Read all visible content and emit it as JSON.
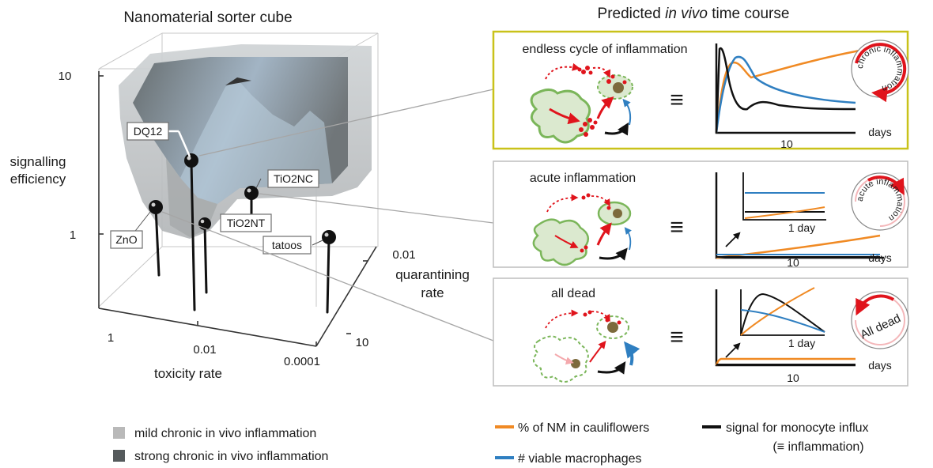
{
  "left": {
    "title": "Nanomaterial sorter cube",
    "y_axis_label_lines": [
      "signalling",
      "efficiency"
    ],
    "y_ticks": [
      "10",
      "1"
    ],
    "x_axis_label": "toxicity rate",
    "x_ticks": [
      "1",
      "0.01",
      "0.0001"
    ],
    "z_axis_label_lines": [
      "quarantining",
      "rate"
    ],
    "z_ticks": [
      "0.01",
      "10"
    ],
    "materials": [
      "DQ12",
      "TiO2NC",
      "TiO2NT",
      "ZnO",
      "tatoos"
    ],
    "legend": [
      {
        "label": "mild chronic in vivo inflammation",
        "color": "#b9b9b9"
      },
      {
        "label": "strong chronic in vivo inflammation",
        "color": "#555a5c"
      }
    ]
  },
  "right": {
    "title_pre": "Predicted ",
    "title_em": "in vivo",
    "title_post": " time course",
    "equiv_symbol": "≡",
    "panels": [
      {
        "title": "endless cycle of inflammation",
        "x_tick": "10",
        "x_unit": "days",
        "dial": "chronic inflammation"
      },
      {
        "title": "acute inflammation",
        "x_tick": "10",
        "x_unit": "days",
        "inset_unit": "1 day",
        "dial": "acute inflammation"
      },
      {
        "title": "all dead",
        "x_tick": "10",
        "x_unit": "days",
        "inset_unit": "1 day",
        "dial": "All dead"
      }
    ],
    "legend": [
      {
        "label": "% of NM in cauliflowers",
        "color": "#f08a24"
      },
      {
        "label": "# viable macrophages",
        "color": "#2f7fc1"
      },
      {
        "label": "signal for monocyte  influx",
        "label2": "(≡ inflammation)",
        "color": "#111111"
      }
    ]
  },
  "colors": {
    "orange": "#f08a24",
    "blue": "#2f7fc1",
    "black": "#111111",
    "red": "#e0141c",
    "green": "#7bb65a",
    "highlight_border": "#c9c21a"
  }
}
